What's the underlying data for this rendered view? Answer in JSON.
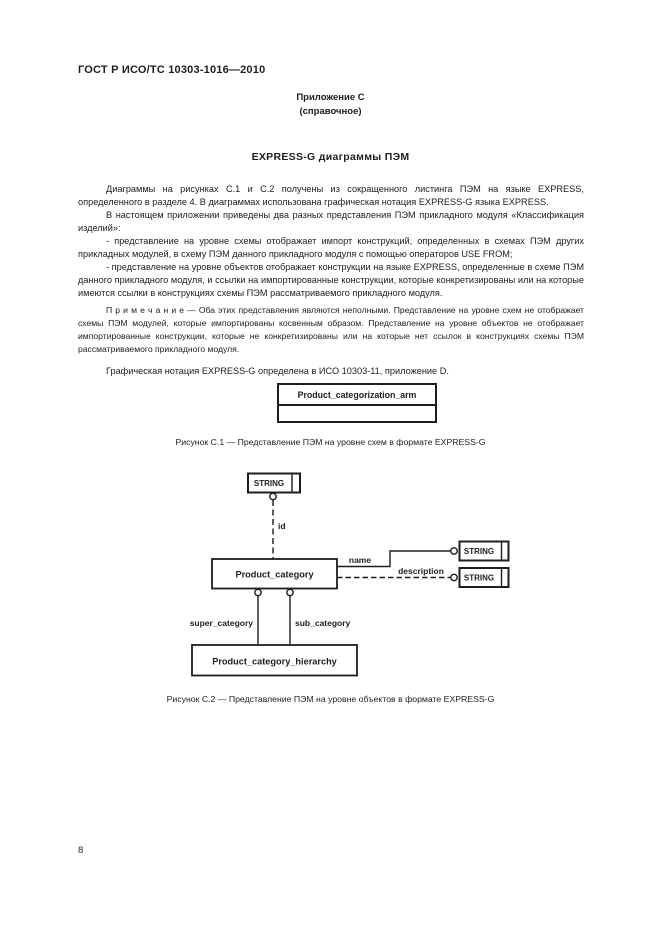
{
  "page": {
    "header": "ГОСТ Р ИСО/ТС 10303-1016—2010",
    "page_number": "8"
  },
  "annex": {
    "title": "Приложение С",
    "subtitle": "(справочное)",
    "heading": "EXPRESS-G диаграммы ПЭМ"
  },
  "body": {
    "p1": "Диаграммы на рисунках С.1 и С.2 получены из сокращенного листинга ПЭМ на языке EXPRESS, определенного в разделе 4. В диаграммах использована графическая нотация EXPRESS-G языка EXPRESS.",
    "p2": "В настоящем приложении приведены два разных представления ПЭМ прикладного модуля «Классификация изделий»:",
    "li1": "- представление на уровне схемы отображает импорт конструкций, определенных в схемах ПЭМ других прикладных модулей, в схему ПЭМ данного прикладного модуля с помощью операторов USE FROM;",
    "li2": "- представление на уровне объектов отображает конструкции на языке EXPRESS, определенные в схеме ПЭМ данного прикладного модуля, и ссылки на импортированные конструкции, которые конкретизированы или на которые имеются ссылки в конструкциях схемы ПЭМ рассматриваемого прикладного модуля.",
    "note": "П р и м е ч а н и е — Оба этих представления являются неполными. Представление на уровне схем не отображает схемы ПЭМ модулей, которые импортированы косвенным образом. Представление на уровне объектов не отображает импортированные конструкции, которые не конкретизированы или на которые нет ссылок в конструкциях схемы ПЭМ рассматриваемого прикладного модуля.",
    "p3": "Графическая нотация EXPRESS-G определена в ИСО 10303-11, приложение D."
  },
  "figure_c1": {
    "schema_box_label": "Product_categorization_arm",
    "caption": "Рисунок С.1 — Представление ПЭМ на уровне схем в формате EXPRESS-G"
  },
  "figure_c2": {
    "caption": "Рисунок С.2 — Представление ПЭМ на уровне объектов в формате EXPRESS-G",
    "nodes": {
      "string_top": "STRING",
      "string_name": "STRING",
      "string_description": "STRING",
      "product_category": "Product_category",
      "product_category_hierarchy": "Product_category_hierarchy"
    },
    "attributes": {
      "id": "id",
      "name": "name",
      "description": "description",
      "super_category": "super_category",
      "sub_category": "sub_category"
    }
  },
  "colors": {
    "ink": "#1d1d1d",
    "paper": "#ffffff"
  }
}
